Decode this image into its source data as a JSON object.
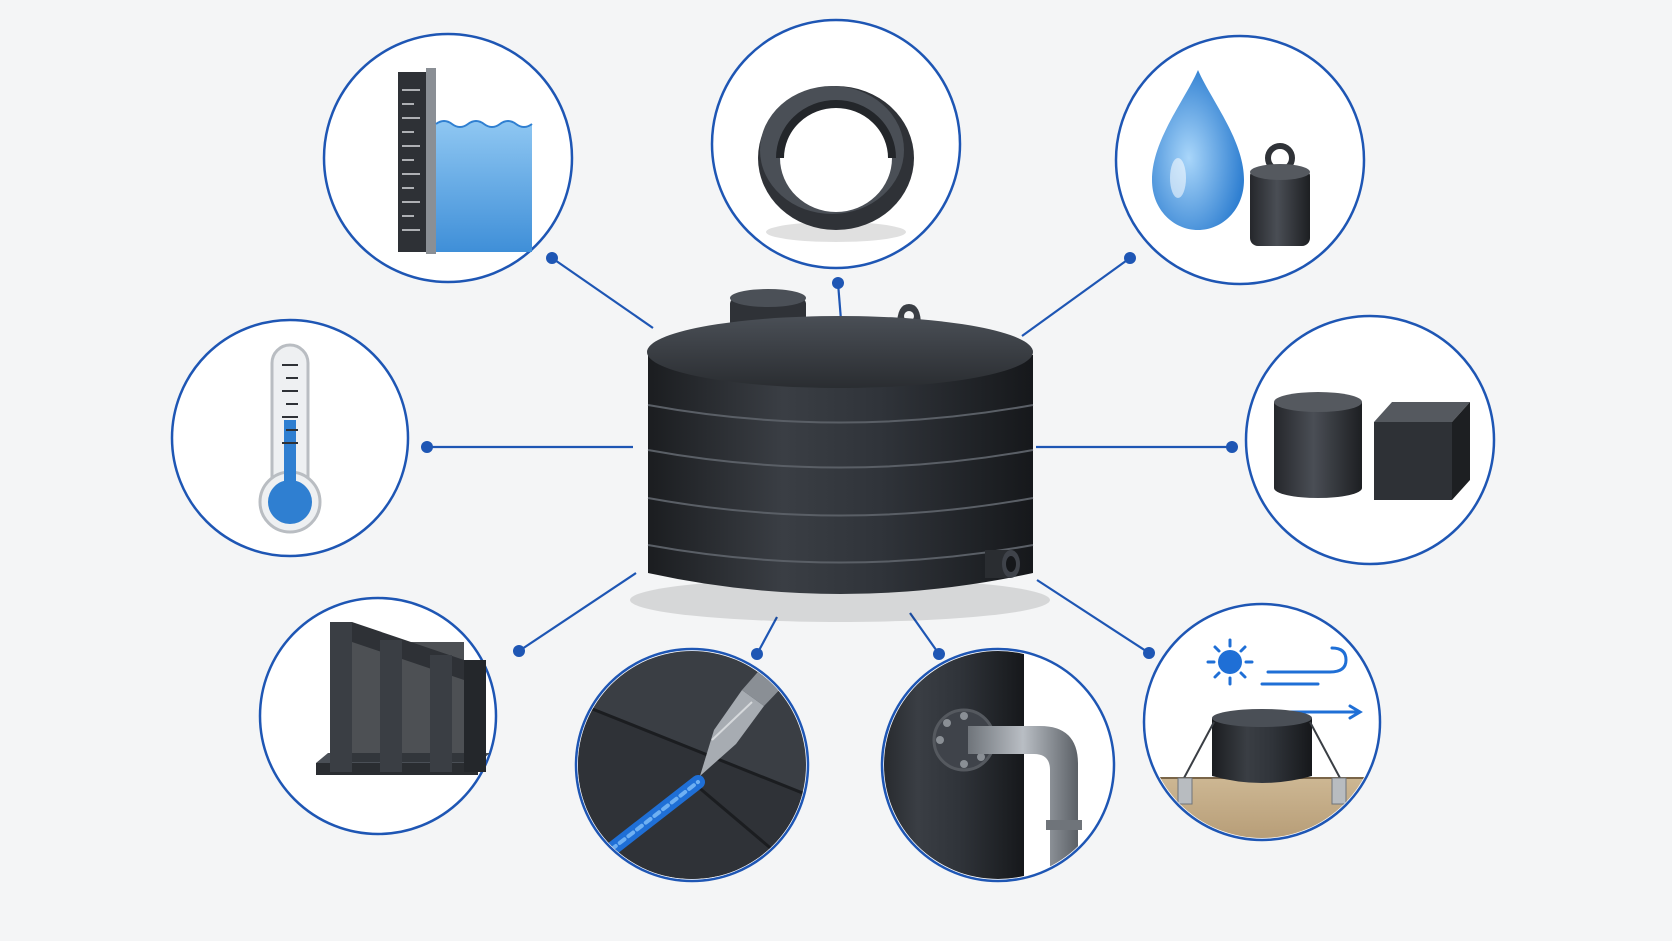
{
  "colors": {
    "background": "#f4f5f6",
    "accent": "#1e56b4",
    "tank": "#2c2f33",
    "water": "#4a9ae0"
  },
  "diagram": {
    "center": {
      "name": "storage-tank",
      "icon": "black-polyethylene-tank-icon"
    },
    "nodes": [
      {
        "name": "water-level-gauge",
        "icon": "level-gauge-icon"
      },
      {
        "name": "seal-ring",
        "icon": "ring-gasket-icon"
      },
      {
        "name": "density-and-weight",
        "icon": "water-drop-weight-icon"
      },
      {
        "name": "temperature",
        "icon": "thermometer-icon"
      },
      {
        "name": "material-shapes",
        "icon": "cylinder-and-block-icon"
      },
      {
        "name": "ribbed-panel",
        "icon": "reinforced-wall-icon"
      },
      {
        "name": "plastic-welding",
        "icon": "weld-seam-icon"
      },
      {
        "name": "pipe-connection",
        "icon": "flanged-pipe-icon"
      },
      {
        "name": "outdoor-installation",
        "icon": "anchored-tank-sun-wind-icon"
      }
    ]
  }
}
